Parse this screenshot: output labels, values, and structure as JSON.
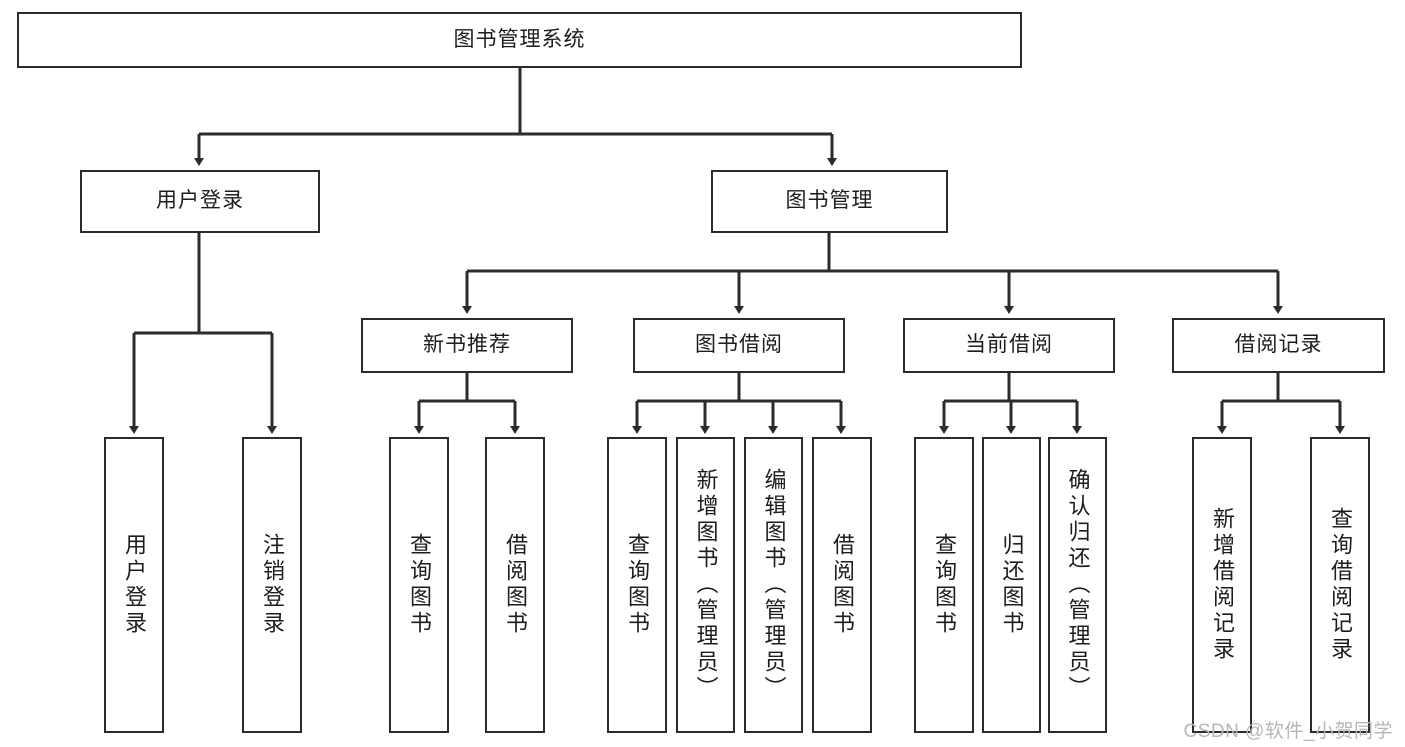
{
  "diagram": {
    "type": "tree-hierarchy",
    "title": "图书管理系统",
    "root": {
      "label": "图书管理系统"
    },
    "level2": [
      {
        "id": "user-login",
        "label": "用户登录"
      },
      {
        "id": "book-management",
        "label": "图书管理"
      }
    ],
    "level3": [
      {
        "id": "new-book-recommend",
        "label": "新书推荐",
        "parent": "book-management"
      },
      {
        "id": "book-borrow",
        "label": "图书借阅",
        "parent": "book-management"
      },
      {
        "id": "current-borrow",
        "label": "当前借阅",
        "parent": "book-management"
      },
      {
        "id": "borrow-record",
        "label": "借阅记录",
        "parent": "book-management"
      }
    ],
    "leaves": [
      {
        "id": "leaf-user-login",
        "label": "用户登录",
        "parent": "user-login"
      },
      {
        "id": "leaf-logout-login",
        "label": "注销登录",
        "parent": "user-login"
      },
      {
        "id": "leaf-query-book-1",
        "label": "查询图书",
        "parent": "new-book-recommend"
      },
      {
        "id": "leaf-borrow-book-1",
        "label": "借阅图书",
        "parent": "new-book-recommend"
      },
      {
        "id": "leaf-query-book-2",
        "label": "查询图书",
        "parent": "book-borrow"
      },
      {
        "id": "leaf-add-book",
        "label": "新增图书（管理员）",
        "parent": "book-borrow"
      },
      {
        "id": "leaf-edit-book",
        "label": "编辑图书（管理员）",
        "parent": "book-borrow"
      },
      {
        "id": "leaf-borrow-book-2",
        "label": "借阅图书",
        "parent": "book-borrow"
      },
      {
        "id": "leaf-query-book-3",
        "label": "查询图书",
        "parent": "current-borrow"
      },
      {
        "id": "leaf-return-book",
        "label": "归还图书",
        "parent": "current-borrow"
      },
      {
        "id": "leaf-confirm-return",
        "label": "确认归还（管理员）",
        "parent": "current-borrow"
      },
      {
        "id": "leaf-add-record",
        "label": "新增借阅记录",
        "parent": "borrow-record"
      },
      {
        "id": "leaf-query-record",
        "label": "查询借阅记录",
        "parent": "borrow-record"
      }
    ],
    "colors": {
      "stroke": "#2b2b2b",
      "fill": "#ffffff",
      "text": "#1d1d1d",
      "watermark": "#b6b6b6"
    }
  },
  "watermark": {
    "text": "CSDN @软件_小贺同学"
  }
}
